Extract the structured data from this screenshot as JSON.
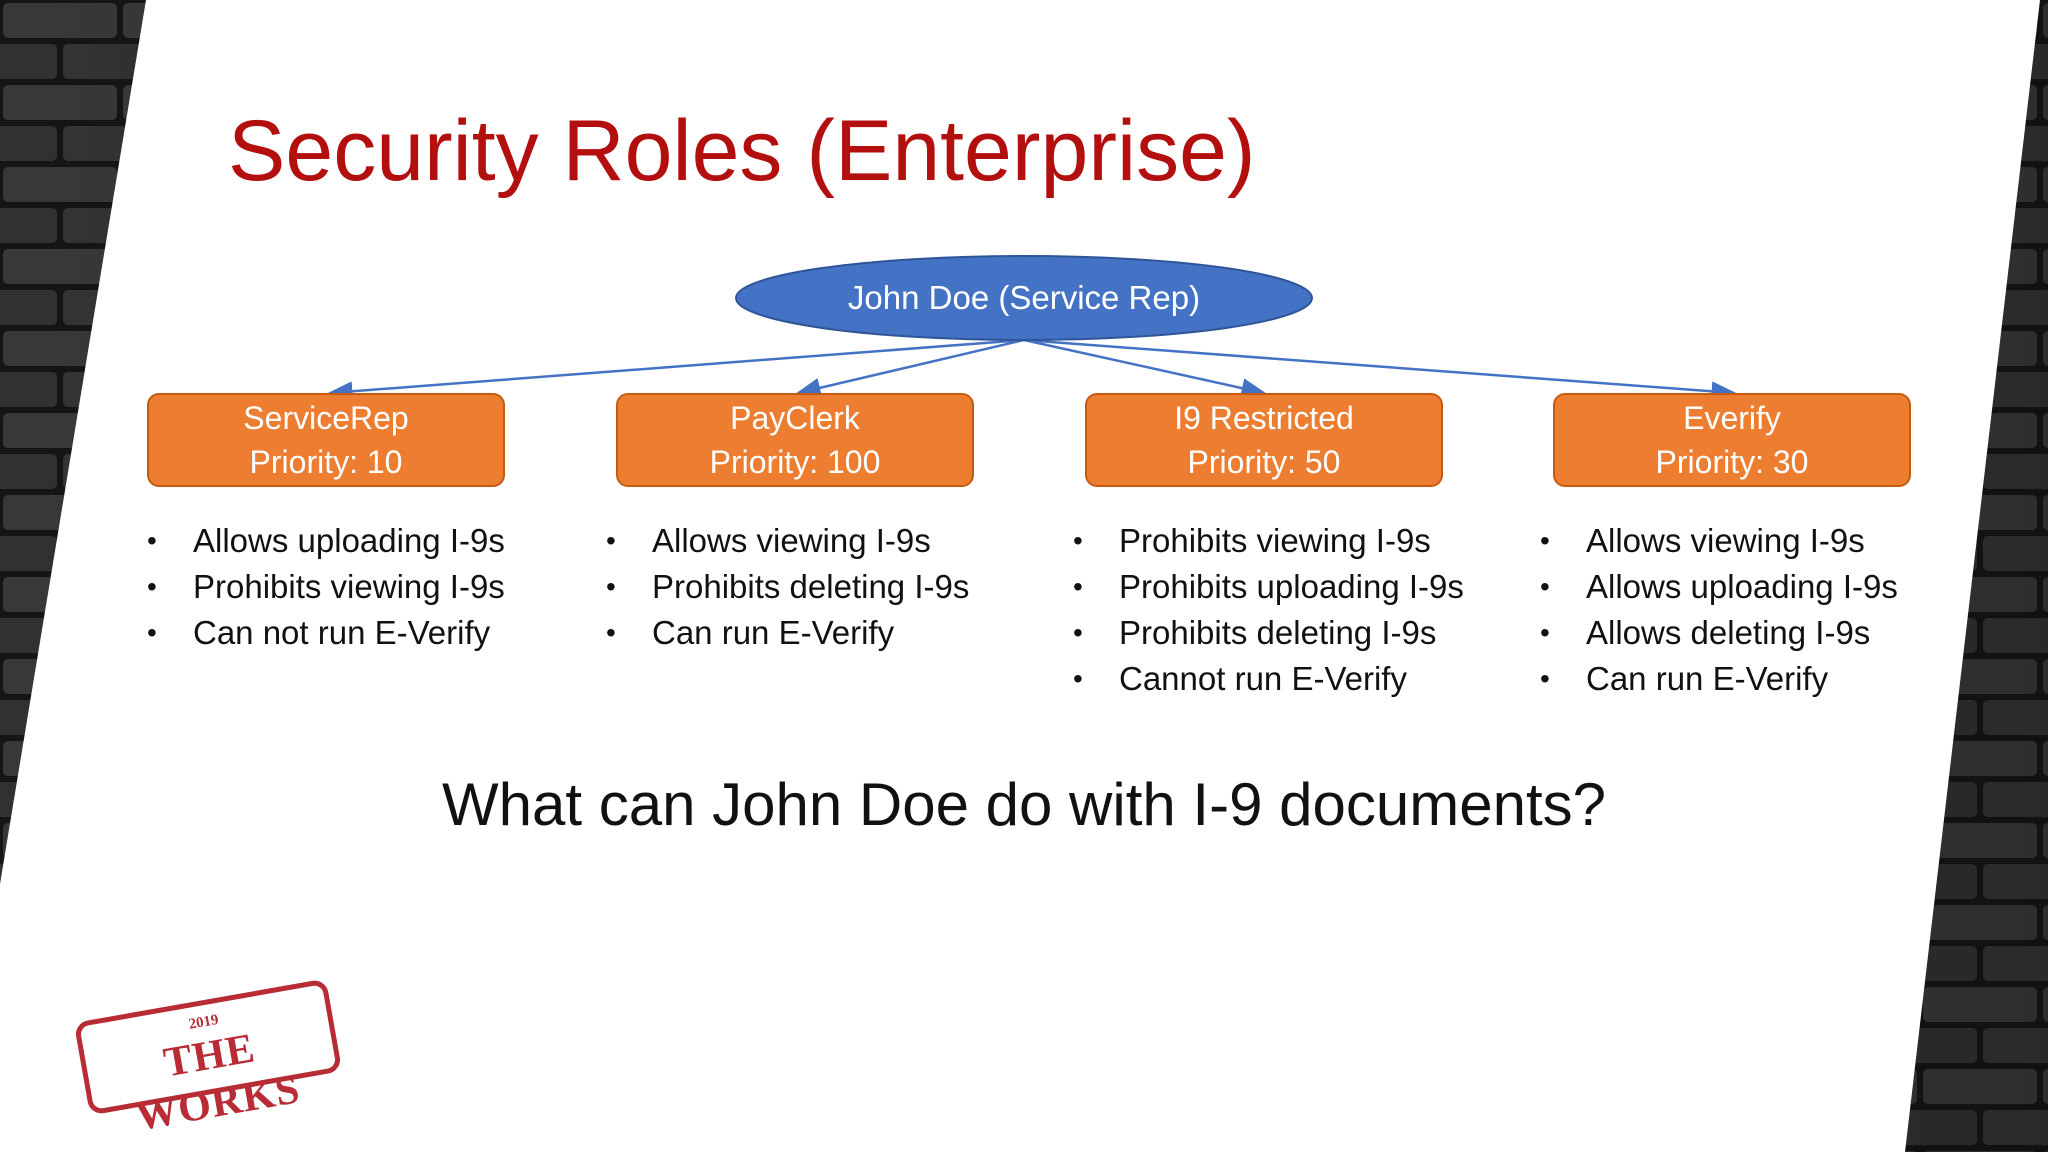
{
  "slide": {
    "title": "Security Roles (Enterprise)",
    "question": "What can John Doe do with I-9 documents?"
  },
  "diagram": {
    "root": "John Doe (Service Rep)",
    "roles": [
      {
        "name": "ServiceRep",
        "priority": "Priority: 10",
        "permissions": [
          "Allows uploading I-9s",
          "Prohibits viewing I-9s",
          "Can not run E-Verify"
        ]
      },
      {
        "name": "PayClerk",
        "priority": "Priority: 100",
        "permissions": [
          "Allows viewing I-9s",
          "Prohibits deleting I-9s",
          "Can run E-Verify"
        ]
      },
      {
        "name": "I9 Restricted",
        "priority": "Priority: 50",
        "permissions": [
          "Prohibits viewing I-9s",
          "Prohibits uploading I-9s",
          "Prohibits deleting I-9s",
          "Cannot run E-Verify"
        ]
      },
      {
        "name": "Everify",
        "priority": "Priority: 30",
        "permissions": [
          "Allows viewing I-9s",
          "Allows uploading I-9s",
          "Allows deleting I-9s",
          "Can run E-Verify"
        ]
      }
    ]
  },
  "stamp": {
    "year": "2019",
    "text": "THE WORKS"
  },
  "colors": {
    "title": "#b40f0f",
    "root_fill": "#4472c4",
    "role_fill": "#ed7d31",
    "connector": "#4472c4",
    "stamp": "#b72c35"
  }
}
